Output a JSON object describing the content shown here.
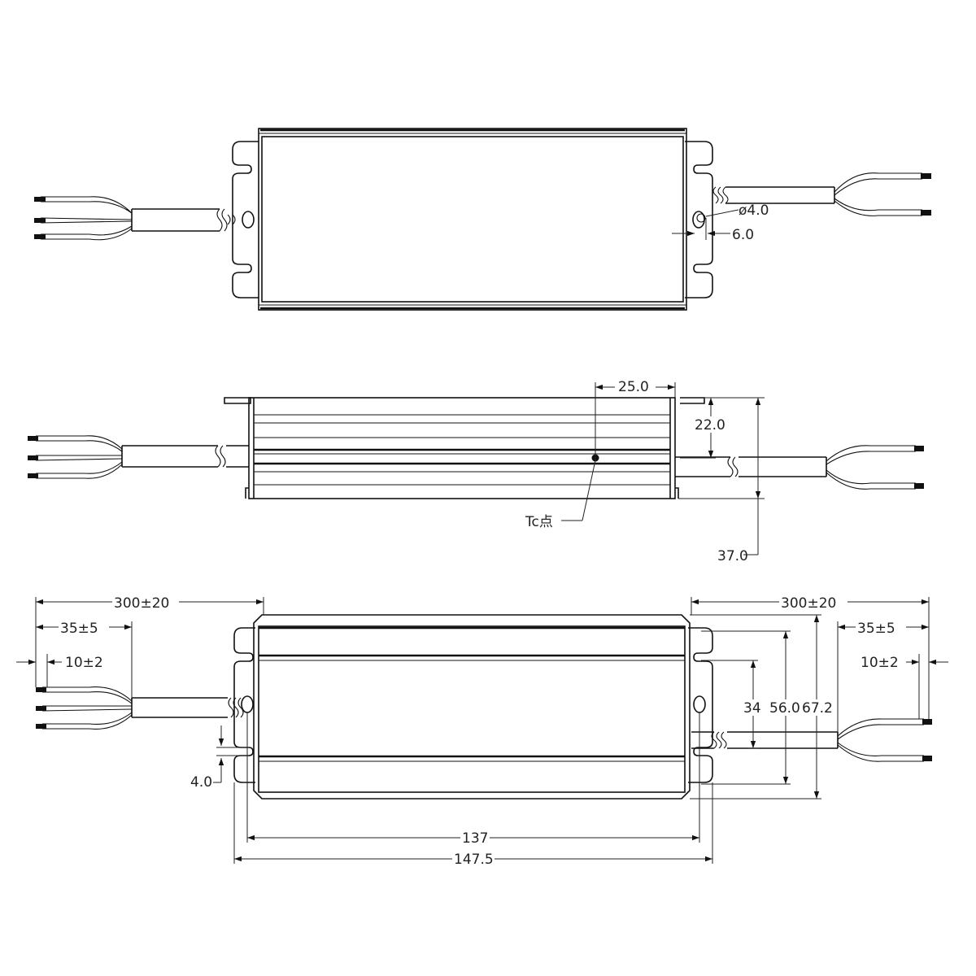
{
  "labels": {
    "hole_diameter": "ø4.0",
    "hole_offset": "6.0",
    "tc_offset": "25.0",
    "tc_height": "22.0",
    "total_height": "37.0",
    "tc_point": "Tc点",
    "left_cable_length": "300±20",
    "left_strip_35": "35±5",
    "left_strip_10": "10±2",
    "slot_offset": "4.0",
    "right_cable_length": "300±20",
    "right_strip_35": "35±5",
    "right_strip_10": "10±2",
    "dim_34": "34",
    "dim_56": "56.0",
    "dim_67": "67.2",
    "mount_spacing": "137",
    "overall_length": "147.5"
  }
}
